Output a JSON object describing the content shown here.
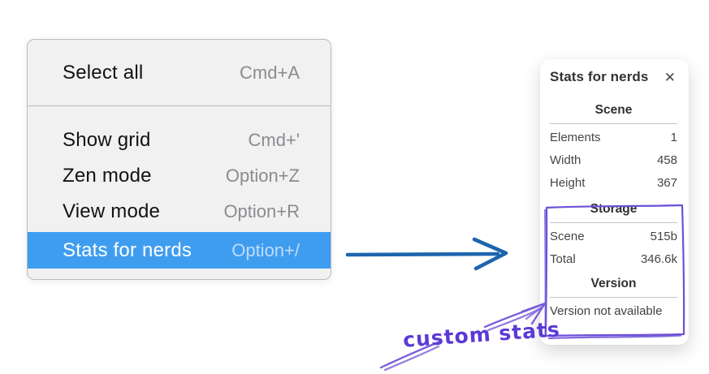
{
  "menu": {
    "sections": [
      {
        "items": [
          {
            "label": "Select all",
            "shortcut": "Cmd+A"
          }
        ]
      },
      {
        "items": [
          {
            "label": "Show grid",
            "shortcut": "Cmd+'"
          },
          {
            "label": "Zen mode",
            "shortcut": "Option+Z"
          },
          {
            "label": "View mode",
            "shortcut": "Option+R"
          },
          {
            "label": "Stats for nerds",
            "shortcut": "Option+/",
            "highlighted": true
          }
        ]
      }
    ]
  },
  "panel": {
    "title": "Stats for nerds",
    "sections": [
      {
        "header": "Scene",
        "rows": [
          {
            "label": "Elements",
            "value": "1"
          },
          {
            "label": "Width",
            "value": "458"
          },
          {
            "label": "Height",
            "value": "367"
          }
        ]
      },
      {
        "header": "Storage",
        "rows": [
          {
            "label": "Scene",
            "value": "515b"
          },
          {
            "label": "Total",
            "value": "346.6k"
          }
        ]
      },
      {
        "header": "Version",
        "note": "Version not available"
      }
    ]
  },
  "annotation": {
    "label": "custom stats"
  },
  "icons": {
    "close": "✕"
  },
  "colors": {
    "highlight": "#3f9df0",
    "menu-bg": "#f1f1f2",
    "menu-border": "#b9bcc1",
    "shortcut": "#8b8b90",
    "shortcut-on-highlight": "#bfddf9",
    "arrow-blue": "#1d65ae",
    "purple": "#6d50d6",
    "purple-text": "#5b39d6",
    "panel-text": "#454545"
  }
}
